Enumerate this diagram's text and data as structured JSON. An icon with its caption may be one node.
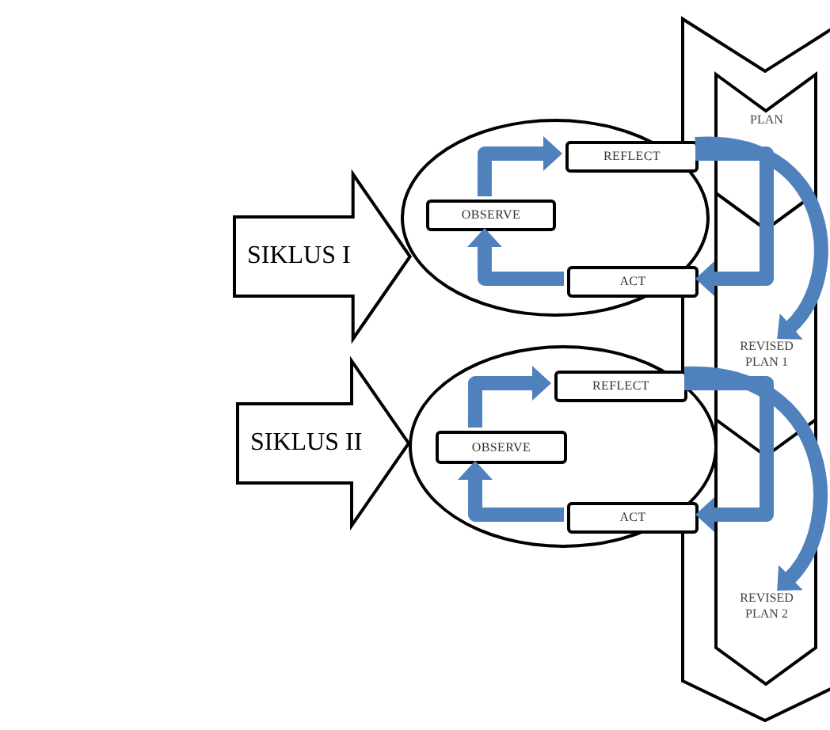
{
  "diagram": {
    "nodes": [
      {
        "text": [],
        "shape": "ellipse"
      },
      {
        "text": [
          "REFLECT"
        ],
        "in": 0
      },
      {
        "text": [
          "OBSERVE"
        ],
        "in": 0
      },
      {
        "text": [
          "ACT"
        ],
        "in": 0
      },
      {
        "text": [
          "PLAN"
        ]
      },
      {
        "text": [
          "REVISED PLAN 1"
        ]
      },
      {
        "text": [],
        "shape": "ellipse"
      },
      {
        "text": [
          "REFLECT"
        ],
        "in": 6
      },
      {
        "text": [
          "OBSERVE"
        ],
        "in": 6
      },
      {
        "text": [
          "ACT"
        ],
        "in": 6
      },
      {
        "text": [
          "REVISED PLAN 2"
        ]
      }
    ],
    "edges": [
      {
        "from": 2,
        "to": 1,
        "arrow": "to"
      },
      {
        "from": 3,
        "to": 2,
        "arrow": "to"
      },
      {
        "from": 1,
        "to": 3,
        "arrow": "to"
      },
      {
        "from": 1,
        "to": 5,
        "arrow": "to"
      },
      {
        "from": 8,
        "to": 7,
        "arrow": "to"
      },
      {
        "from": 9,
        "to": 8,
        "arrow": "to"
      },
      {
        "from": 7,
        "to": 9,
        "arrow": "to"
      },
      {
        "from": 7,
        "to": 10,
        "arrow": "to"
      },
      {
        "from": null,
        "to": 0,
        "arrow": "to",
        "label": "SIKLUS I",
        "style": "thick"
      },
      {
        "from": null,
        "to": 6,
        "arrow": "to",
        "label": "SIKLUS II",
        "style": "thick"
      }
    ]
  }
}
